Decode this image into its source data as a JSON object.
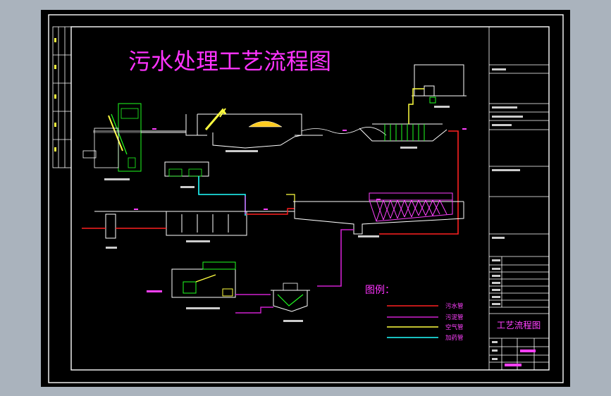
{
  "drawing": {
    "title": "污水处理工艺流程图",
    "legend_title": "图例：",
    "legend": [
      {
        "label": "污水管",
        "color": "#ff2020"
      },
      {
        "label": "污泥管",
        "color": "#d020d0"
      },
      {
        "label": "空气管",
        "color": "#ffff40"
      },
      {
        "label": "加药管",
        "color": "#20ffff"
      }
    ],
    "title_block_name": "工艺流程图",
    "colors": {
      "title": "#ff33ff",
      "frame": "#ffffff",
      "structure": "#ffffff",
      "equipment_green": "#20ff20",
      "truss_magenta": "#ff40ff"
    }
  }
}
